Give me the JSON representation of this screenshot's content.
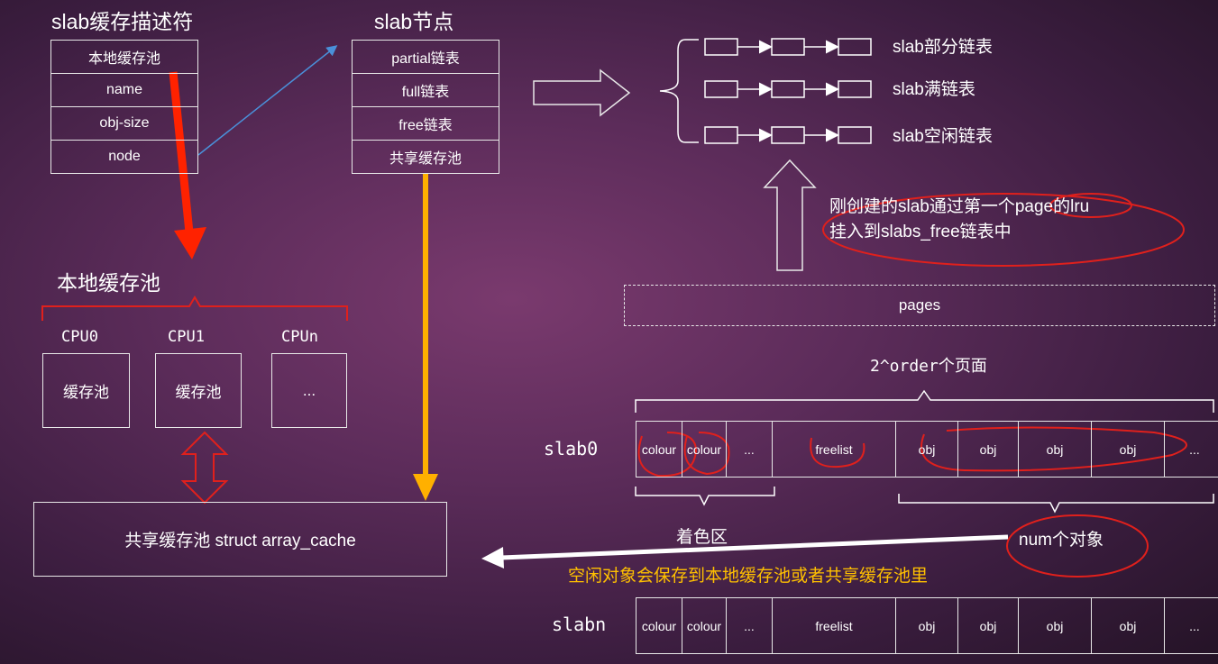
{
  "descriptor": {
    "title": "slab缓存描述符",
    "fields": [
      "本地缓存池",
      "name",
      "obj-size",
      "node"
    ]
  },
  "node": {
    "title": "slab节点",
    "fields": [
      "partial链表",
      "full链表",
      "free链表",
      "共享缓存池"
    ]
  },
  "lists": {
    "partial": "slab部分链表",
    "full": "slab满链表",
    "free": "slab空闲链表"
  },
  "note": {
    "line1": "刚创建的slab通过第一个page的lru",
    "line2": "挂入到slabs_free链表中"
  },
  "pages": {
    "label": "pages",
    "order_label": "2^order个页面"
  },
  "local_pool": {
    "title": "本地缓存池",
    "cpus": [
      {
        "label": "CPU0",
        "box": "缓存池"
      },
      {
        "label": "CPU1",
        "box": "缓存池"
      },
      {
        "label": "CPUn",
        "box": "..."
      }
    ]
  },
  "shared_pool": {
    "label": "共享缓存池 struct array_cache"
  },
  "slabs": {
    "slab0": {
      "name": "slab0",
      "cells": [
        "colour",
        "colour",
        "...",
        "freelist",
        "obj",
        "obj",
        "obj",
        "obj",
        "..."
      ]
    },
    "slabn": {
      "name": "slabn",
      "cells": [
        "colour",
        "colour",
        "...",
        "freelist",
        "obj",
        "obj",
        "obj",
        "obj",
        "..."
      ]
    }
  },
  "labels": {
    "colour_area": "着色区",
    "num_objects": "num个对象",
    "free_objects_note": "空闲对象会保存到本地缓存池或者共享缓存池里"
  },
  "colors": {
    "red_arrow": "#ff2200",
    "orange_arrow": "#ffb000",
    "blue_line": "#4a90d9",
    "annotation_red": "#e0201c",
    "note_yellow": "#ffc000"
  }
}
